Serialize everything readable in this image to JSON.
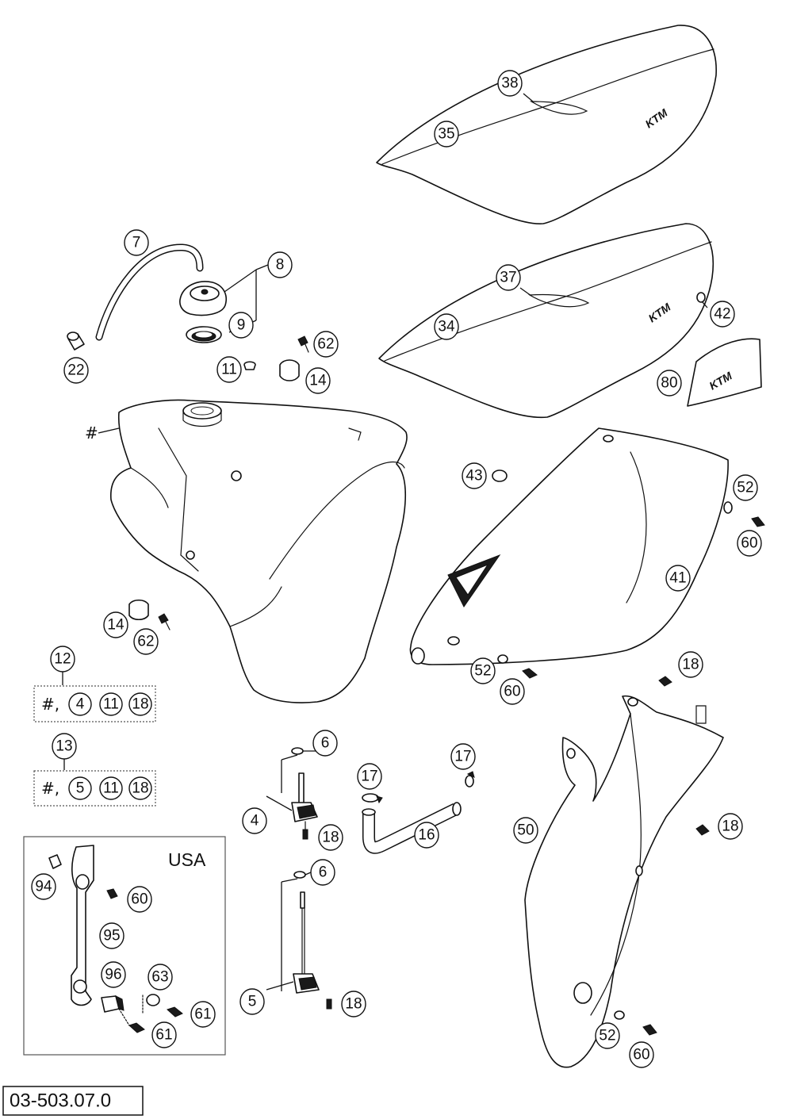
{
  "diagram_code": "03-503.07.0",
  "region_label": "USA",
  "hash_label": "#",
  "logo_text": "KTM",
  "callouts": {
    "c38": "38",
    "c35": "35",
    "c37": "37",
    "c34": "34",
    "c42": "42",
    "c80": "80",
    "c7": "7",
    "c8": "8",
    "c9": "9",
    "c22": "22",
    "c62a": "62",
    "c11": "11",
    "c14a": "14",
    "c43": "43",
    "c52a": "52",
    "c60a": "60",
    "c41": "41",
    "c14b": "14",
    "c62b": "62",
    "c52b": "52",
    "c60b": "60",
    "c18a": "18",
    "c12": "12",
    "c13": "13",
    "c6a": "6",
    "c4": "4",
    "c18b": "18",
    "c17a": "17",
    "c17b": "17",
    "c16": "16",
    "c50": "50",
    "c18c": "18",
    "c6b": "6",
    "c5": "5",
    "c18d": "18",
    "c94": "94",
    "c60c": "60",
    "c95": "95",
    "c96": "96",
    "c63": "63",
    "c61a": "61",
    "c61b": "61",
    "c52c": "52",
    "c60d": "60"
  },
  "kit_12": {
    "prefix": "#,",
    "items": [
      "4",
      "11",
      "18"
    ]
  },
  "kit_13": {
    "prefix": "#,",
    "items": [
      "5",
      "11",
      "18"
    ]
  }
}
